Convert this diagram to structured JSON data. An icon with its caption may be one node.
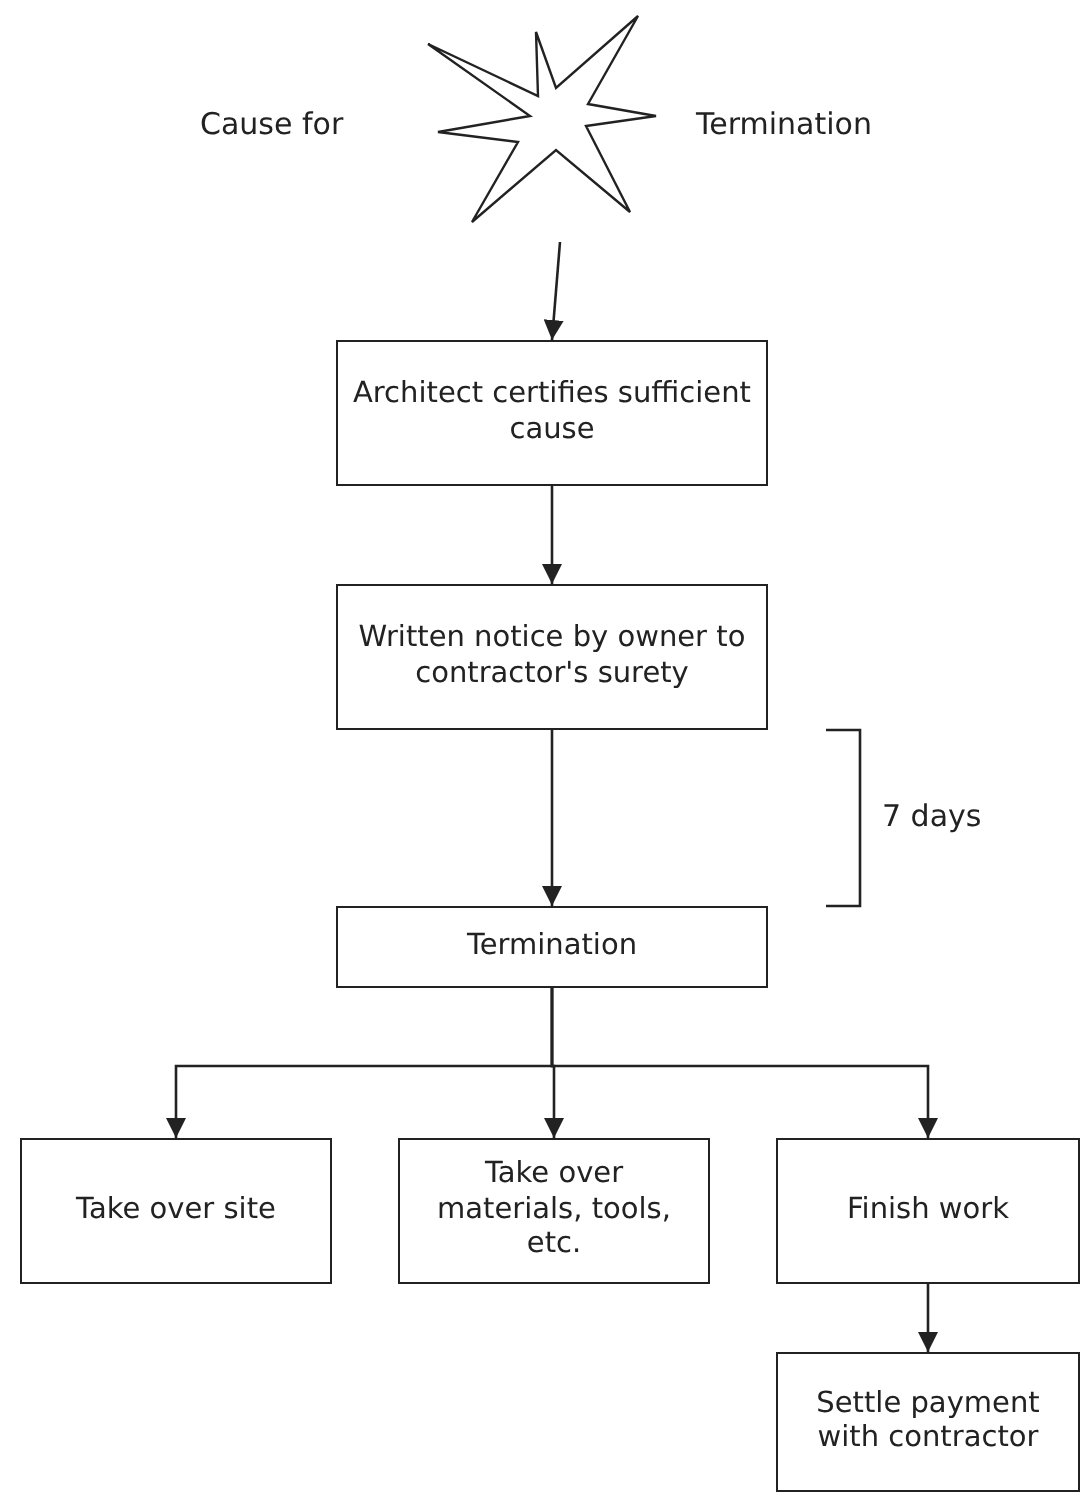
{
  "diagram": {
    "nodes": [
      {
        "text": [
          "Cause for",
          "Termination"
        ]
      },
      {
        "text": [
          "Architect certifies sufficient cause"
        ]
      },
      {
        "text": [
          "Written notice by owner to contractor's surety"
        ]
      },
      {
        "text": [
          "Termination"
        ]
      },
      {
        "text": [
          "Take over site"
        ]
      },
      {
        "text": [
          "Take over materials, tools, etc."
        ]
      },
      {
        "text": [
          "Finish work"
        ]
      },
      {
        "text": [
          "Settle payment with contractor"
        ]
      }
    ],
    "edges": [
      {
        "from": 0,
        "to": 1,
        "arrow": "to"
      },
      {
        "from": 1,
        "to": 2,
        "arrow": "to"
      },
      {
        "from": 2,
        "to": 3,
        "arrow": "to"
      },
      {
        "from": 3,
        "to": 4,
        "arrow": "to"
      },
      {
        "from": 3,
        "to": 5,
        "arrow": "to"
      },
      {
        "from": 3,
        "to": 6,
        "arrow": "to"
      },
      {
        "from": 6,
        "to": 7,
        "arrow": "to"
      }
    ],
    "labels": [
      "7 days"
    ]
  }
}
